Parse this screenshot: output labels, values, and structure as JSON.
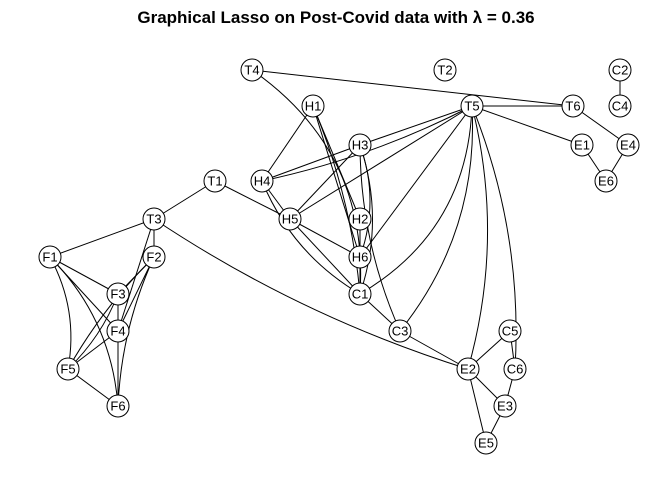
{
  "title": "Graphical Lasso on Post-Covid data with λ =  0.36",
  "graph": {
    "nodes": [
      "T4",
      "T2",
      "C2",
      "C4",
      "H1",
      "T5",
      "T6",
      "H3",
      "E1",
      "E4",
      "E6",
      "T1",
      "H4",
      "H5",
      "H2",
      "T3",
      "F1",
      "F2",
      "H6",
      "F3",
      "C1",
      "F4",
      "C3",
      "C5",
      "F5",
      "E2",
      "C6",
      "F6",
      "E3",
      "E5"
    ],
    "edges": [
      [
        "T4",
        "T6"
      ],
      [
        "T4",
        "C1"
      ],
      [
        "C2",
        "C4"
      ],
      [
        "T6",
        "E4"
      ],
      [
        "E4",
        "E6"
      ],
      [
        "E1",
        "E6"
      ],
      [
        "T5",
        "T6"
      ],
      [
        "T5",
        "E1"
      ],
      [
        "T5",
        "H3"
      ],
      [
        "T5",
        "H4"
      ],
      [
        "T5",
        "H5"
      ],
      [
        "T5",
        "H6"
      ],
      [
        "T5",
        "C1"
      ],
      [
        "T5",
        "C3"
      ],
      [
        "T5",
        "E2"
      ],
      [
        "T5",
        "C6"
      ],
      [
        "H1",
        "H4"
      ],
      [
        "H1",
        "H2"
      ],
      [
        "H1",
        "H6"
      ],
      [
        "H1",
        "C1"
      ],
      [
        "H3",
        "H4"
      ],
      [
        "H3",
        "H5"
      ],
      [
        "H3",
        "H6"
      ],
      [
        "H3",
        "C1"
      ],
      [
        "H3",
        "C3"
      ],
      [
        "H4",
        "H5"
      ],
      [
        "H4",
        "C1"
      ],
      [
        "T1",
        "H5"
      ],
      [
        "T1",
        "T3"
      ],
      [
        "H5",
        "H6"
      ],
      [
        "H5",
        "C1"
      ],
      [
        "H2",
        "H6"
      ],
      [
        "H6",
        "C1"
      ],
      [
        "C1",
        "C3"
      ],
      [
        "T3",
        "F1"
      ],
      [
        "T3",
        "F2"
      ],
      [
        "T3",
        "F4"
      ],
      [
        "T3",
        "E2"
      ],
      [
        "F1",
        "F3"
      ],
      [
        "F1",
        "F4"
      ],
      [
        "F1",
        "F5"
      ],
      [
        "F1",
        "F6"
      ],
      [
        "F2",
        "F3"
      ],
      [
        "F2",
        "F4"
      ],
      [
        "F2",
        "F5"
      ],
      [
        "F2",
        "F6"
      ],
      [
        "F3",
        "F4"
      ],
      [
        "F3",
        "F5"
      ],
      [
        "F3",
        "F6"
      ],
      [
        "F4",
        "F5"
      ],
      [
        "F4",
        "F6"
      ],
      [
        "F5",
        "F6"
      ],
      [
        "C3",
        "E2"
      ],
      [
        "C5",
        "E2"
      ],
      [
        "C5",
        "C6"
      ],
      [
        "C6",
        "E3"
      ],
      [
        "E2",
        "E3"
      ],
      [
        "E2",
        "E5"
      ],
      [
        "E3",
        "E5"
      ]
    ]
  }
}
